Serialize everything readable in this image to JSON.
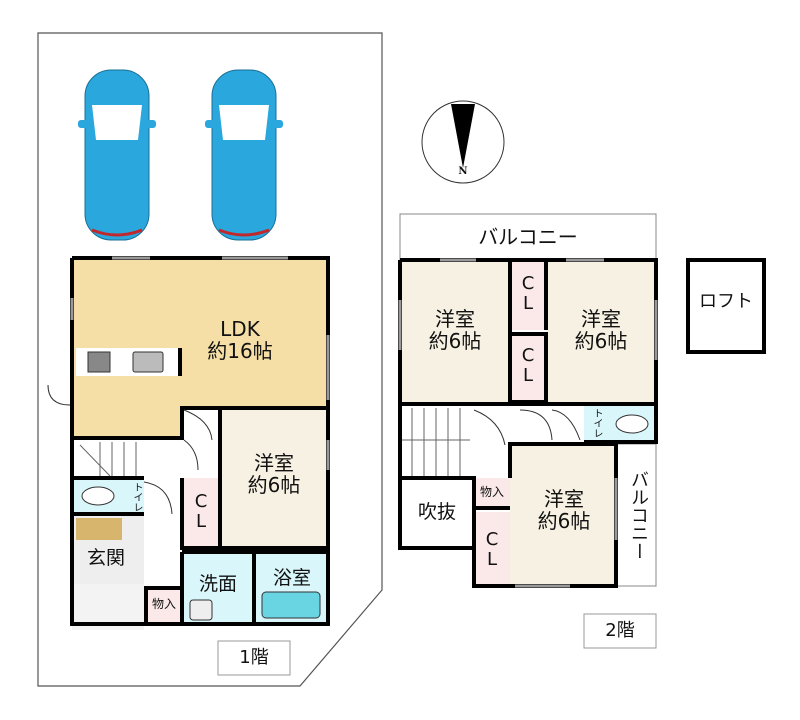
{
  "floor1": {
    "label": "1階",
    "rooms": {
      "ldk_name": "LDK",
      "ldk_size": "約16帖",
      "western_name": "洋室",
      "western_size": "約6帖",
      "closet": "C\nL",
      "toilet": "トイレ",
      "entrance": "玄関",
      "washroom": "洗面",
      "bathroom": "浴室",
      "storage": "物入"
    },
    "parking_spaces": 2
  },
  "floor2": {
    "label": "2階",
    "balcony_top": "バルコニー",
    "balcony_side": "バルコニー",
    "loft": "ロフト",
    "rooms": {
      "western1_name": "洋室",
      "western1_size": "約6帖",
      "western2_name": "洋室",
      "western2_size": "約6帖",
      "western3_name": "洋室",
      "western3_size": "約6帖",
      "closet": "C\nL",
      "toilet": "トイレ",
      "void": "吹抜",
      "storage": "物入"
    }
  },
  "compass": {
    "direction_label": "N"
  },
  "colors": {
    "ldk": "#f5dfa6",
    "western": "#f7f1e3",
    "closet": "#fbe9ea",
    "wet": "#d9f6fb",
    "car": "#29a6dc",
    "wall": "#000000"
  }
}
